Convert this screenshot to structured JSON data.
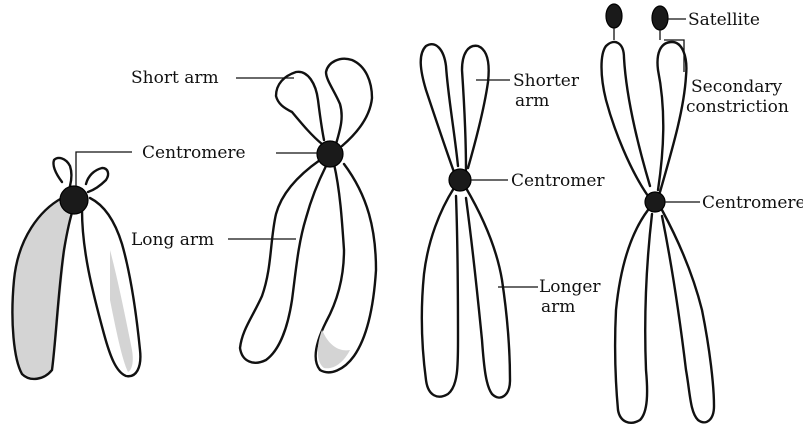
{
  "labels": {
    "short_arm": "Short arm",
    "centromere_1": "Centromere",
    "long_arm": "Long arm",
    "shorter_arm_line1": "Shorter",
    "shorter_arm_line2": "arm",
    "centromere_2": "Centromer",
    "longer_arm_line1": "Longer",
    "longer_arm_line2": "arm",
    "satellite": "Satellite",
    "secondary_constriction_line1": "Secondary",
    "secondary_constriction_line2": "constriction",
    "centromere_3": "Centromere"
  }
}
